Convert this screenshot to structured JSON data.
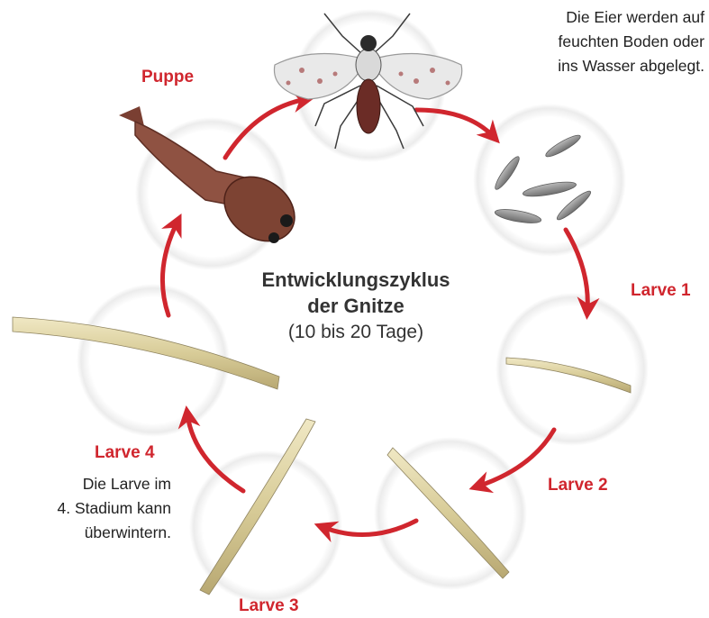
{
  "center": {
    "line1": "Entwicklungszyklus",
    "line2": "der Gnitze",
    "line3": "(10 bis 20 Tage)"
  },
  "stages": {
    "puppe": "Puppe",
    "larve1": "Larve 1",
    "larve2": "Larve 2",
    "larve3": "Larve 3",
    "larve4": "Larve 4"
  },
  "notes": {
    "eggs": [
      "Die Eier werden auf",
      "feuchten Boden oder",
      "ins Wasser abgelegt."
    ],
    "larve4": [
      "Die Larve im",
      "4. Stadium kann",
      "überwintern."
    ]
  },
  "colors": {
    "arrow": "#d0262e",
    "label": "#d0262e",
    "circle_shadow": "#d6d6d6",
    "larva_body": "#d9cfa4",
    "pupa_body": "#8a4b3b",
    "egg": "#8f8f8f"
  }
}
